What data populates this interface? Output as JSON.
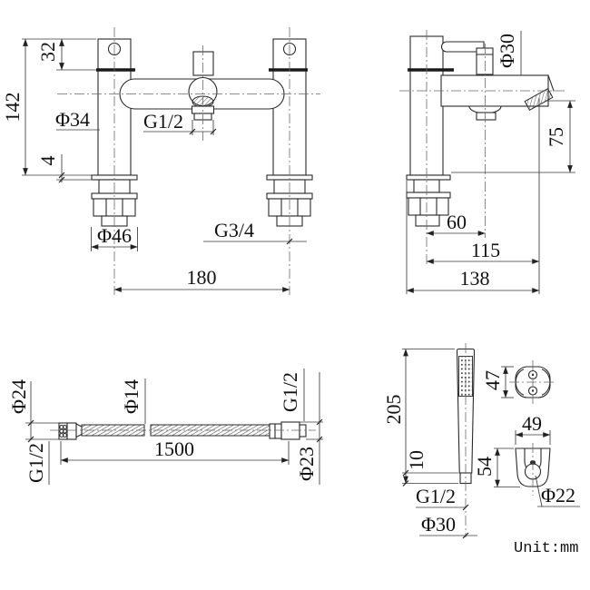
{
  "drawing": {
    "unit_label": "Unit:mm",
    "front_view": {
      "overall_height": "142",
      "handle_section_height": "32",
      "pillar_diameter": "Φ34",
      "flange_thickness": "4",
      "shower_outlet_thread": "G1/2",
      "flange_diameter": "Φ46",
      "inlet_thread": "G3/4",
      "hole_centers": "180"
    },
    "side_view": {
      "body_diameter": "Φ30",
      "spout_height": "75",
      "outlet_offset": "60",
      "spout_reach": "115",
      "overall_depth": "138"
    },
    "hose": {
      "left_nut_diameter": "Φ24",
      "left_thread": "G1/2",
      "hose_diameter": "Φ14",
      "length": "1500",
      "right_thread": "G1/2",
      "right_nut_diameter": "Φ23"
    },
    "handset": {
      "overall_length": "205",
      "connector_length": "10",
      "thread": "G1/2",
      "grip_diameter": "Φ30"
    },
    "bracket": {
      "depth": "47",
      "width": "49",
      "height": "54",
      "clip_diameter": "Φ22"
    }
  }
}
